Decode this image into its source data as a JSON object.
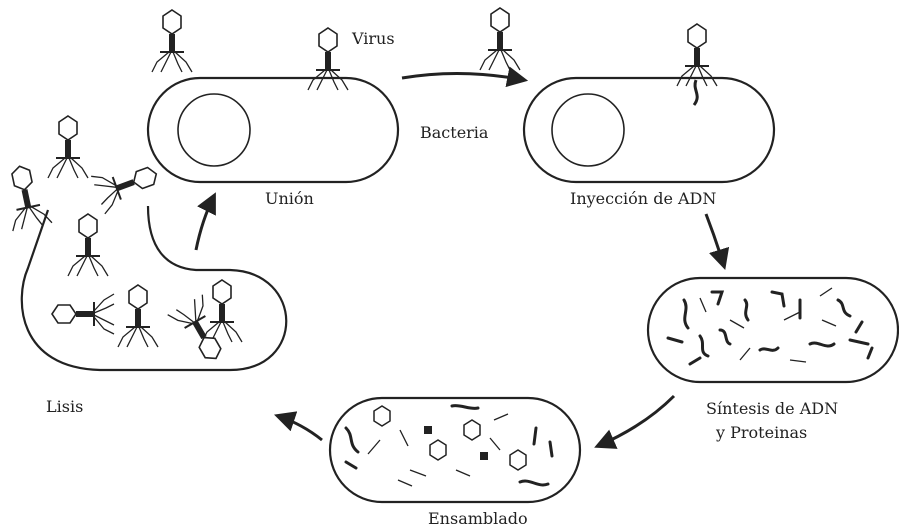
{
  "labels": {
    "virus": "Virus",
    "bacteria": "Bacteria",
    "union": "Unión",
    "inyeccion": "Inyección  de ADN",
    "sintesis_line1": "Síntesis de ADN",
    "sintesis_line2": "y Proteinas",
    "ensamblado": "Ensamblado",
    "lisis": "Lisis"
  },
  "colors": {
    "stroke": "#222222",
    "background": "#ffffff"
  },
  "stages": [
    "Unión",
    "Inyección  de ADN",
    "Síntesis de ADN y Proteinas",
    "Ensamblado",
    "Lisis"
  ]
}
